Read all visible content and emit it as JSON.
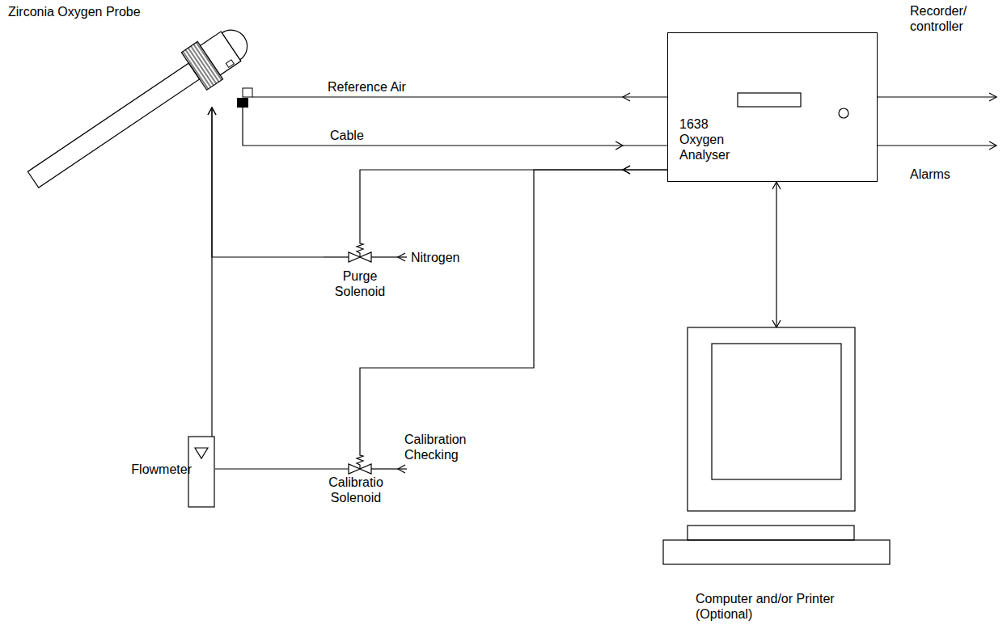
{
  "diagram": {
    "nodes": [
      {
        "text": [
          "Zirconia Oxygen Probe"
        ]
      },
      {
        "text": [
          "1638 Oxygen Analyser"
        ]
      },
      {
        "text": [
          "Purge Solenoid"
        ]
      },
      {
        "text": [
          "Calibratio Solenoid"
        ]
      },
      {
        "text": [
          "Flowmeter"
        ]
      },
      {
        "text": [
          "Computer and/or Printer (Optional)"
        ]
      }
    ],
    "edges": [
      {
        "from": 1,
        "to": 0,
        "arrow": "to",
        "label": "Reference Air"
      },
      {
        "from": 0,
        "to": 1,
        "arrow": "to",
        "label": "Cable"
      },
      {
        "from": 1,
        "to": 2,
        "arrow": "to"
      },
      {
        "from": 1,
        "to": 3,
        "arrow": "to"
      },
      {
        "from": 2,
        "to": 0,
        "arrow": "to"
      },
      {
        "from": 3,
        "to": 4,
        "arrow": "none"
      },
      {
        "from": 4,
        "to": 0,
        "arrow": "to"
      },
      {
        "from": 1,
        "to": 5,
        "arrow": "both"
      }
    ],
    "labels": [
      "Recorder/ controller",
      "Alarms",
      "Nitrogen",
      "Calibration Checking"
    ]
  }
}
